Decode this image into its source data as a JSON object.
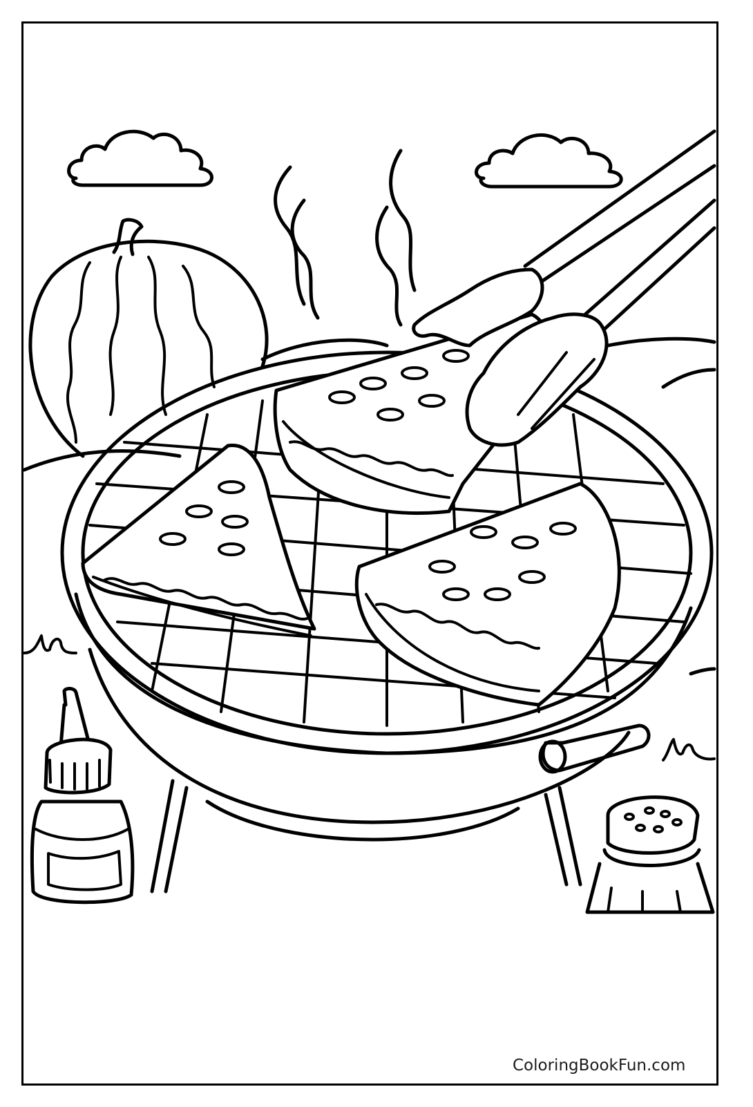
{
  "page": {
    "type": "coloring-page",
    "theme": "Grilled watermelon on a barbecue",
    "border_color": "#000000",
    "background_color": "#ffffff"
  },
  "illustration": {
    "elements": [
      {
        "name": "cloud-left",
        "label": "Cloud"
      },
      {
        "name": "cloud-right",
        "label": "Cloud"
      },
      {
        "name": "whole-watermelon",
        "label": "Whole watermelon"
      },
      {
        "name": "steam-wisps",
        "label": "Steam"
      },
      {
        "name": "hills",
        "label": "Hills"
      },
      {
        "name": "kettle-grill",
        "label": "Round charcoal grill"
      },
      {
        "name": "grill-grate",
        "label": "Grill grate"
      },
      {
        "name": "watermelon-slice-1",
        "label": "Watermelon slice (left)"
      },
      {
        "name": "watermelon-slice-2",
        "label": "Watermelon slice (held by tongs)"
      },
      {
        "name": "watermelon-slice-3",
        "label": "Watermelon slice (right)"
      },
      {
        "name": "tongs",
        "label": "Barbecue tongs"
      },
      {
        "name": "sauce-bottle",
        "label": "Squeeze bottle"
      },
      {
        "name": "salt-shaker",
        "label": "Salt shaker"
      },
      {
        "name": "grass-tufts",
        "label": "Grass"
      }
    ]
  },
  "watermark": {
    "text": "ColoringBookFun.com"
  }
}
